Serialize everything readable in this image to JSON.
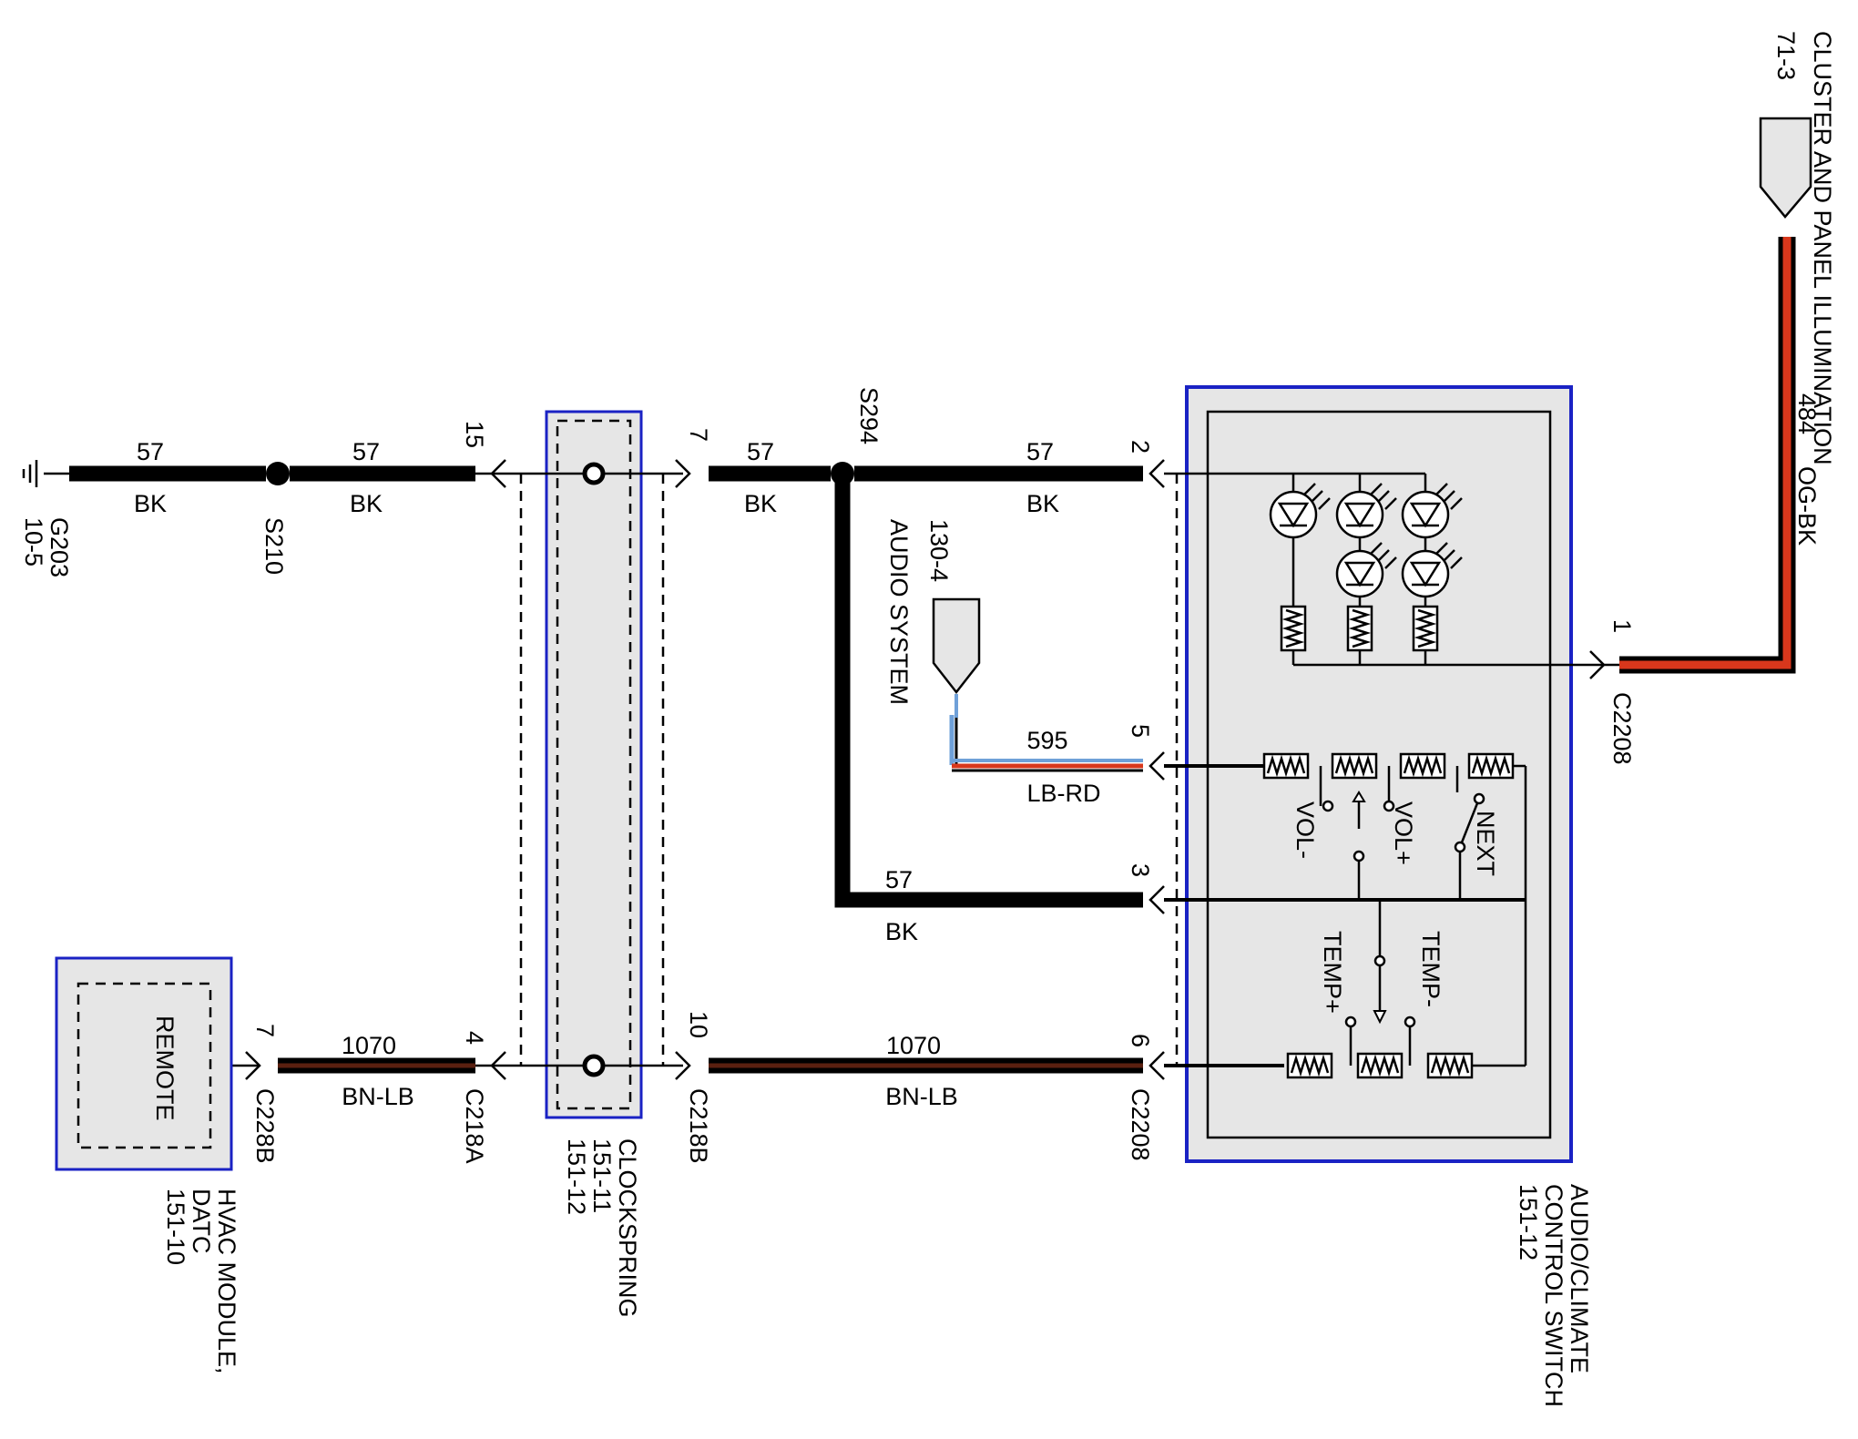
{
  "colors": {
    "wire_black": "#000000",
    "wire_og": "#d8371c",
    "wire_lb": "#6fa0d8",
    "wire_rd": "#d8371c",
    "wire_bn": "#5a2010",
    "module_border": "#1a22c4",
    "module_fill": "#e6e6e6"
  },
  "components": {
    "ground": {
      "id": "G203",
      "page": "10-5"
    },
    "splice_s210": "S210",
    "splice_s294": "S294",
    "cluster": {
      "title": "CLUSTER AND PANEL ILLUMINATION",
      "page": "71-3"
    },
    "audio": {
      "title": "AUDIO SYSTEM",
      "page": "130-4"
    },
    "clockspring": {
      "title": "CLOCKSPRING",
      "page1": "151-11",
      "page2": "151-12"
    },
    "switch": {
      "title1": "AUDIO/CLIMATE",
      "title2": "CONTROL SWITCH",
      "page": "151-12"
    },
    "hvac": {
      "title1": "HVAC MODULE,",
      "title2": "DATC",
      "page": "151-10",
      "inner": "REMOTE"
    }
  },
  "wires": {
    "gnd_circuit": "57",
    "gnd_color": "BK",
    "s210_circuit": "57",
    "s210_color": "BK",
    "cs_circuit": "57",
    "cs_color": "BK",
    "sw_circuit": "57",
    "sw_color": "BK",
    "illum_circuit": "484",
    "illum_color": "OG-BK",
    "audio_circuit": "595",
    "audio_color": "LB-RD",
    "s294_circuit": "57",
    "s294_color": "BK",
    "hvac_circuit": "1070",
    "hvac_color": "BN-LB",
    "main_circuit": "1070",
    "main_color": "BN-LB"
  },
  "pins": {
    "p15": "15",
    "p7_top": "7",
    "p2": "2",
    "p1": "1",
    "p5": "5",
    "p3": "3",
    "p6": "6",
    "p10": "10",
    "p4": "4",
    "p7_bottom": "7"
  },
  "connectors": {
    "c2208_top": "C2208",
    "c2208_bottom": "C2208",
    "c218b": "C218B",
    "c218a": "C218A",
    "c228b": "C228B"
  },
  "switches": {
    "vol_minus": "VOL-",
    "vol_plus": "VOL+",
    "next": "NEXT",
    "temp_plus": "TEMP+",
    "temp_minus": "TEMP-"
  }
}
